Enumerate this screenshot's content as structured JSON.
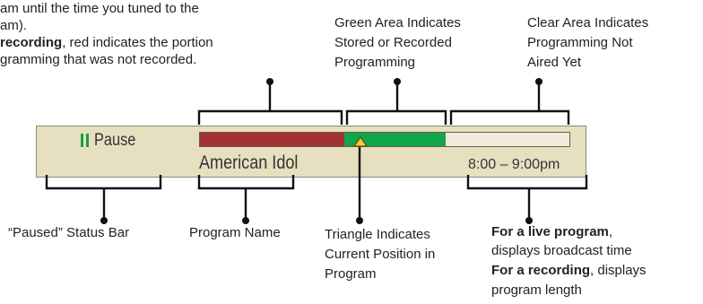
{
  "intro_note": {
    "line1": "am until the time you tuned to the",
    "line2": "am).",
    "line3_bold": "recording",
    "line3_rest": ", red indicates the portion",
    "line4": "gramming that was not recorded."
  },
  "callouts": {
    "green_area": {
      "line1": "Green Area Indicates",
      "line2": "Stored or Recorded",
      "line3": "Programming"
    },
    "clear_area": {
      "line1": "Clear Area Indicates",
      "line2": "Programming Not",
      "line3": "Aired Yet"
    },
    "paused_status": "“Paused” Status Bar",
    "program_name": "Program Name",
    "triangle": {
      "line1": "Triangle Indicates",
      "line2": "Current Position in",
      "line3": "Program"
    },
    "time_info": {
      "live_bold": "For a live program",
      "live_rest": ",",
      "live_line2": "displays broadcast time",
      "rec_bold": "For a recording",
      "rec_rest": ", displays",
      "rec_line2": "program length"
    }
  },
  "status_bar": {
    "status_label": "Pause",
    "program_name": "American Idol",
    "time": "8:00 – 9:00pm",
    "progress": {
      "not_recorded_fraction": 0.39,
      "current_position": 0.39,
      "recorded_end": 0.665
    },
    "colors": {
      "bar_background": "#e6e0c1",
      "not_recorded": "#a13335",
      "recorded": "#12a64a",
      "not_aired": "#efebdd",
      "pause_icon": "#18a23a",
      "marker": "#f3d336"
    }
  }
}
